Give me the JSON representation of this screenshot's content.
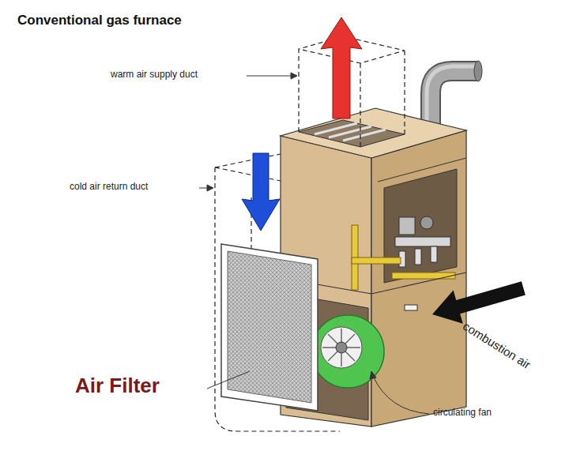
{
  "diagram": {
    "title": "Conventional gas furnace",
    "labels": [
      "warm air supply duct",
      "cold air return duct",
      "Air Filter",
      "circulating fan",
      "combustion air"
    ]
  }
}
